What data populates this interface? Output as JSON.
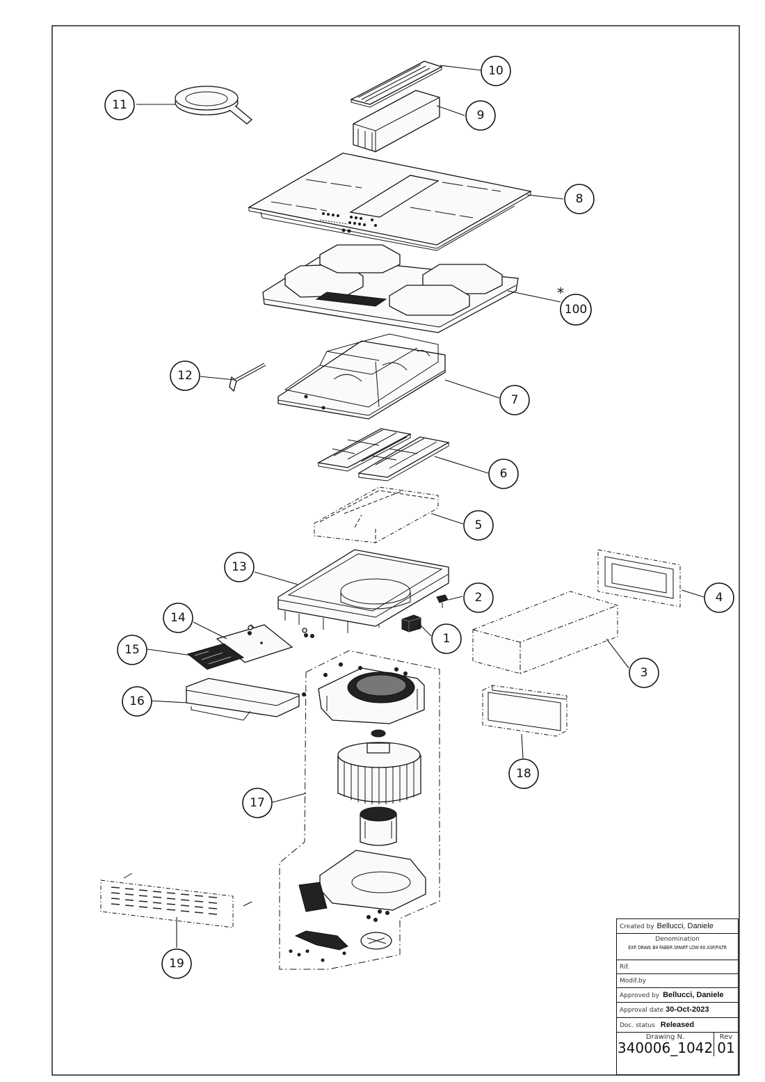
{
  "callouts": [
    {
      "id": "c10",
      "label": "10"
    },
    {
      "id": "c11",
      "label": "11"
    },
    {
      "id": "c9",
      "label": "9"
    },
    {
      "id": "c8",
      "label": "8"
    },
    {
      "id": "c100",
      "label": "100"
    },
    {
      "id": "c12",
      "label": "12"
    },
    {
      "id": "c7",
      "label": "7"
    },
    {
      "id": "c6",
      "label": "6"
    },
    {
      "id": "c5",
      "label": "5"
    },
    {
      "id": "c13",
      "label": "13"
    },
    {
      "id": "c2",
      "label": "2"
    },
    {
      "id": "c4",
      "label": "4"
    },
    {
      "id": "c14",
      "label": "14"
    },
    {
      "id": "c1",
      "label": "1"
    },
    {
      "id": "c15",
      "label": "15"
    },
    {
      "id": "c3",
      "label": "3"
    },
    {
      "id": "c16",
      "label": "16"
    },
    {
      "id": "c18",
      "label": "18"
    },
    {
      "id": "c17",
      "label": "17"
    },
    {
      "id": "c19",
      "label": "19"
    }
  ],
  "asterisk": "*",
  "title_block": {
    "created_label": "Created by",
    "created_value": "Bellucci, Daniele",
    "denomination_label": "Denomination",
    "denomination_value": "EXP. DRAW. B4 FABER SMART LOW 60 ASP/FILTR",
    "rif_label": "Rif.",
    "modif_label": "Modif.by",
    "approved_label": "Approved by",
    "approved_value": "Bellucci, Daniele",
    "approval_date_label": "Approval date",
    "approval_date_value": "30-Oct-2023",
    "doc_status_label": "Doc. status",
    "doc_status_value": "Released",
    "drawing_label": "Drawing N.",
    "drawing_value": "340006_1042",
    "rev_label": "Rev",
    "rev_value": "01"
  }
}
